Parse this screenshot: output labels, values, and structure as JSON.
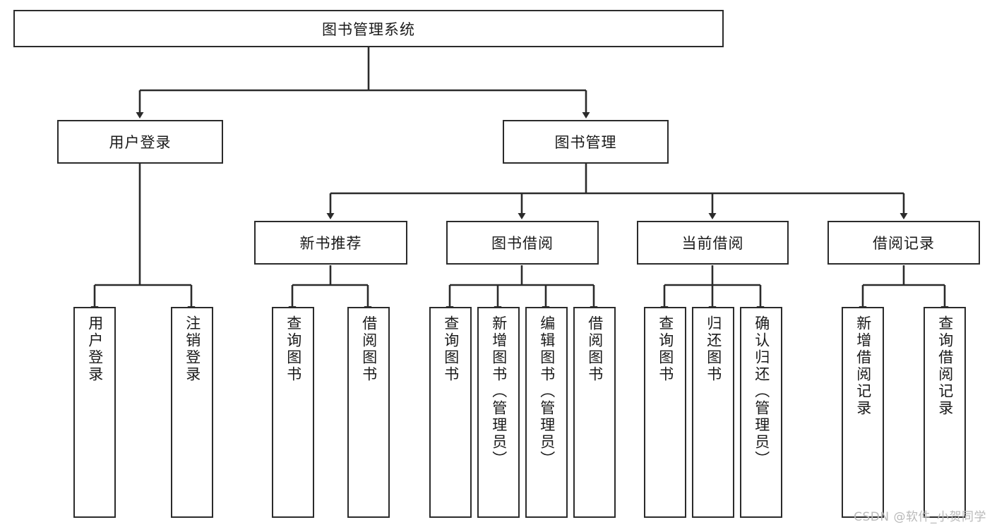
{
  "diagram": {
    "title_node": {
      "label": "图书管理系统"
    },
    "level2": [
      {
        "id": "user-login",
        "label": "用户登录"
      },
      {
        "id": "book-manage",
        "label": "图书管理"
      }
    ],
    "level3": [
      {
        "id": "new-book-rec",
        "label": "新书推荐"
      },
      {
        "id": "book-borrow",
        "label": "图书借阅"
      },
      {
        "id": "current-borrow",
        "label": "当前借阅"
      },
      {
        "id": "borrow-record",
        "label": "借阅记录"
      }
    ],
    "leaves": {
      "user_login": [
        {
          "id": "leaf-user-login",
          "label": "用户登录"
        },
        {
          "id": "leaf-logout-login",
          "label": "注销登录"
        }
      ],
      "new_book_rec": [
        {
          "id": "leaf-query-book-1",
          "label": "查询图书"
        },
        {
          "id": "leaf-borrow-book-1",
          "label": "借阅图书"
        }
      ],
      "book_borrow": [
        {
          "id": "leaf-query-book-2",
          "label": "查询图书"
        },
        {
          "id": "leaf-add-book",
          "label": "新增图书（管理员）"
        },
        {
          "id": "leaf-edit-book",
          "label": "编辑图书（管理员）"
        },
        {
          "id": "leaf-borrow-book-2",
          "label": "借阅图书"
        }
      ],
      "current_borrow": [
        {
          "id": "leaf-query-book-3",
          "label": "查询图书"
        },
        {
          "id": "leaf-return-book",
          "label": "归还图书"
        },
        {
          "id": "leaf-confirm-return",
          "label": "确认归还（管理员）"
        }
      ],
      "borrow_record": [
        {
          "id": "leaf-add-record",
          "label": "新增借阅记录"
        },
        {
          "id": "leaf-query-record",
          "label": "查询借阅记录"
        }
      ]
    },
    "watermark": "CSDN @软件_小贺同学",
    "colors": {
      "stroke": "#2b2b2b",
      "fill": "#ffffff",
      "text": "#1a1a1a",
      "watermark": "#b9b9b9"
    }
  }
}
